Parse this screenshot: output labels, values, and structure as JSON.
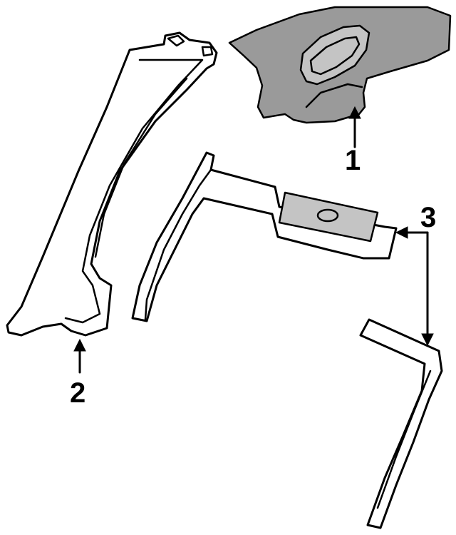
{
  "diagram": {
    "callouts": [
      {
        "id": "1",
        "label": "1"
      },
      {
        "id": "2",
        "label": "2"
      },
      {
        "id": "3",
        "label": "3"
      }
    ],
    "colors": {
      "line": "#000000",
      "fill": "#ffffff",
      "shade_dark": "#9a9a9a",
      "shade_light": "#c4c4c4"
    }
  }
}
